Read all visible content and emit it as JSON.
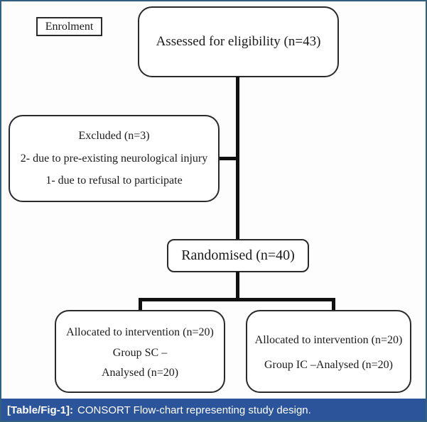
{
  "colors": {
    "frame_border": "#34607f",
    "caption_bar_bg": "#2b549b",
    "caption_text": "#ffffff",
    "box_border": "#2a2a2a",
    "connector": "#111111"
  },
  "caption": {
    "label": "[Table/Fig-1]:",
    "text": "CONSORT Flow-chart representing study design."
  },
  "flowchart": {
    "stage_label": "Enrolment",
    "assessed_box": {
      "text": "Assessed for eligibility (n=43)"
    },
    "excluded_box": {
      "title": "Excluded (n=3)",
      "reason_1": "2- due to pre-existing neurological injury",
      "reason_2": "1- due to refusal to participate"
    },
    "randomised_box": {
      "text": "Randomised (n=40)"
    },
    "allocation_left_box": {
      "line_1": "Allocated to intervention (n=20)",
      "line_2": "Group SC –",
      "line_3": "Analysed (n=20)"
    },
    "allocation_right_box": {
      "line_1": "Allocated to intervention (n=20)",
      "line_2": "Group IC –Analysed (n=20)"
    }
  }
}
